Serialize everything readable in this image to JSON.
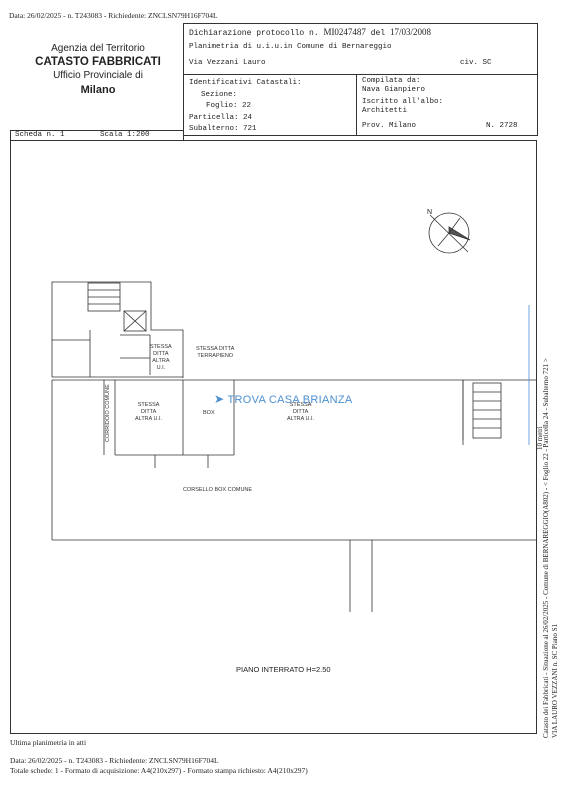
{
  "top_line": "Data: 26/02/2025 - n. T243083 - Richiedente: ZNCLSN79H16F704L",
  "agency": {
    "line1": "Agenzia del Territorio",
    "line2": "CATASTO FABBRICATI",
    "line3": "Ufficio Provinciale di",
    "line4": "Milano"
  },
  "header": {
    "dichiarazione_label": "Dichiarazione protocollo n.",
    "protocol_no": "MI0247487",
    "del_label": "del",
    "protocol_date": "17/03/2008",
    "planimetria": "Planimetria di u.i.u.in Comune di Bernareggio",
    "address": "Via Vezzani Lauro",
    "civ": "civ. SC"
  },
  "identificativi": {
    "title": "Identificativi Catastali:",
    "sezione_label": "Sezione:",
    "foglio_label": "Foglio:",
    "foglio": "22",
    "particella_label": "Particella:",
    "particella": "24",
    "subalterno_label": "Subalterno:",
    "subalterno": "721"
  },
  "compilata": {
    "title": "Compilata da:",
    "name": "Nava Gianpiero",
    "iscritto_label": "Iscritto all'albo:",
    "albo": "Architetti",
    "prov": "Prov. Milano",
    "n_label": "N.",
    "n_value": "2728"
  },
  "scheda": {
    "scheda": "Scheda n. 1",
    "scala": "Scala 1:200"
  },
  "plan": {
    "north": "N",
    "labels": {
      "stessa_ditta_terrapieno": "STESSA DITTA\nTERRAPIENO",
      "stessa_ditta_altra_ui_small": "STESSA\nDITTA\nALTRA\nU.I.",
      "stessa_ditta_altra_ui_left": "STESSA\nDITTA\nALTRA U.I.",
      "box": "BOX",
      "stessa_ditta_altra_ui_right": "STESSA\nDITTA\nALTRA U.I.",
      "corridoio_comune": "CORRIDOIO COMUNE",
      "corsello": "CORSELLO BOX COMUNE",
      "piano": "PIANO INTERRATO H=2.50"
    },
    "watermark": "TROVA CASA BRIANZA",
    "scale_ruler": "10 metri"
  },
  "side_text": {
    "right1": "Foglio 22 - Particella 24 - Subalterno 721 >",
    "right1_prefix": "< Comune di BERNAREGGIO(A802) -",
    "right2": "Catasto dei Fabbricati - Situazione al 26/02/2025 - Comune di BERNAREGGIO(A802) - < Foglio 22 - Particella 24 - Subalterno 721 >",
    "right3": "VIA LAURO VEZZANI n. SC Piano S1"
  },
  "footer": {
    "ultima": "Ultima planimetria in atti",
    "data": "Data: 26/02/2025 - n. T243083 - Richiedente: ZNCLSN79H16F704L",
    "totale": "Totale schede: 1 - Formato di acquisizione: A4(210x297) - Formato stampa richiesto: A4(210x297)"
  }
}
